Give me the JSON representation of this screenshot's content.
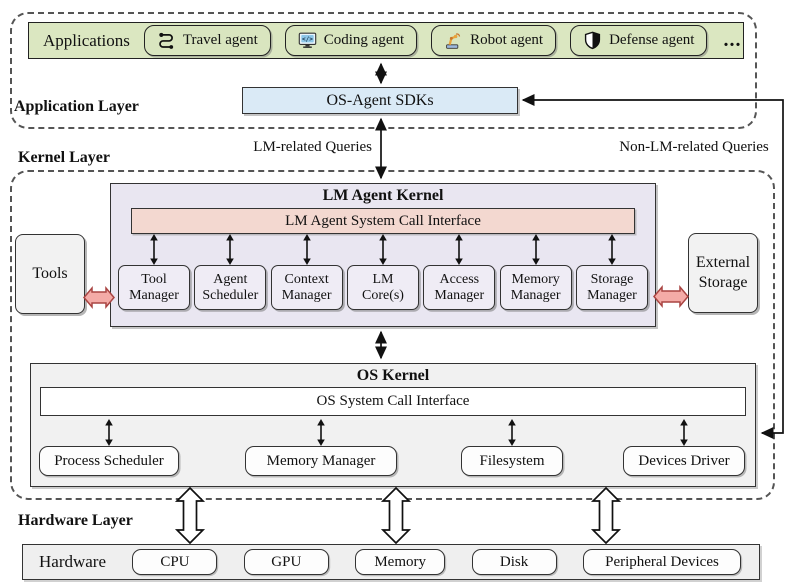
{
  "colors": {
    "applications_green": "#dbe7c1",
    "sdk_blue": "#daeaf6",
    "lm_kernel_lavender": "#e9e6f1",
    "lm_interface_salmon": "#f3d8d0",
    "os_kernel_gray": "#f1f1f1",
    "block_arrow_pink": "#f4aba7",
    "block_arrow_red": "#a94442"
  },
  "app_layer": {
    "label": "Application Layer",
    "applications_label": "Applications",
    "agents": [
      {
        "label": "Travel agent",
        "icon": "route-icon"
      },
      {
        "label": "Coding agent",
        "icon": "code-monitor-icon"
      },
      {
        "label": "Robot agent",
        "icon": "robot-arm-icon"
      },
      {
        "label": "Defense agent",
        "icon": "shield-icon"
      }
    ],
    "more_label": "...",
    "sdk_label": "OS-Agent SDKs"
  },
  "queries": {
    "lm": "LM-related Queries",
    "non_lm": "Non-LM-related Queries"
  },
  "kernel_layer": {
    "label": "Kernel Layer",
    "tools_label": "Tools",
    "external_storage": {
      "line1": "External",
      "line2": "Storage"
    },
    "lm_agent_kernel": {
      "title": "LM Agent Kernel",
      "interface": "LM Agent System Call Interface",
      "managers": [
        {
          "line1": "Tool",
          "line2": "Manager"
        },
        {
          "line1": "Agent",
          "line2": "Scheduler"
        },
        {
          "line1": "Context",
          "line2": "Manager"
        },
        {
          "line1": "LM",
          "line2": "Core(s)"
        },
        {
          "line1": "Access",
          "line2": "Manager"
        },
        {
          "line1": "Memory",
          "line2": "Manager"
        },
        {
          "line1": "Storage",
          "line2": "Manager"
        }
      ]
    },
    "os_kernel": {
      "title": "OS Kernel",
      "interface": "OS System Call Interface",
      "components": [
        "Process Scheduler",
        "Memory Manager",
        "Filesystem",
        "Devices Driver"
      ]
    }
  },
  "hardware_layer": {
    "label": "Hardware Layer",
    "hardware_label": "Hardware",
    "components": [
      "CPU",
      "GPU",
      "Memory",
      "Disk",
      "Peripheral Devices"
    ]
  }
}
